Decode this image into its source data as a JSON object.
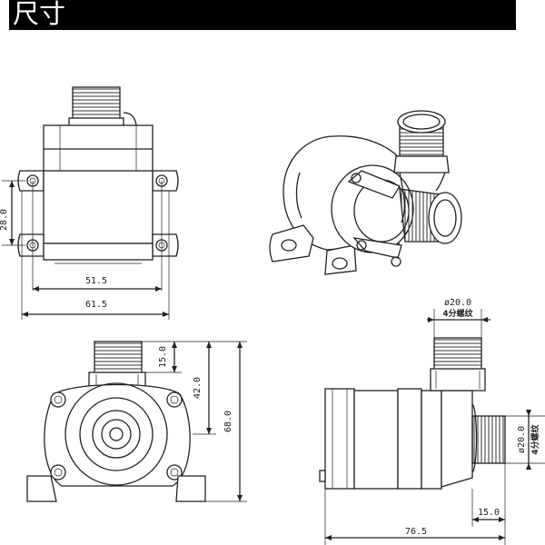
{
  "header": {
    "title": "尺寸",
    "background": "#000000",
    "text_color": "#ffffff"
  },
  "dimensions": {
    "front_height": "28.0",
    "mount_inner_width": "51.5",
    "mount_outer_width": "61.5",
    "outlet_height": "15.0",
    "inlet_height": "42.0",
    "total_height": "68.0",
    "outlet_diameter": "ø20.0",
    "outlet_thread": "4分螺纹",
    "inlet_diameter": "ø20.0",
    "inlet_thread": "4分螺纹",
    "inlet_length": "15.0",
    "total_length": "76.5"
  }
}
